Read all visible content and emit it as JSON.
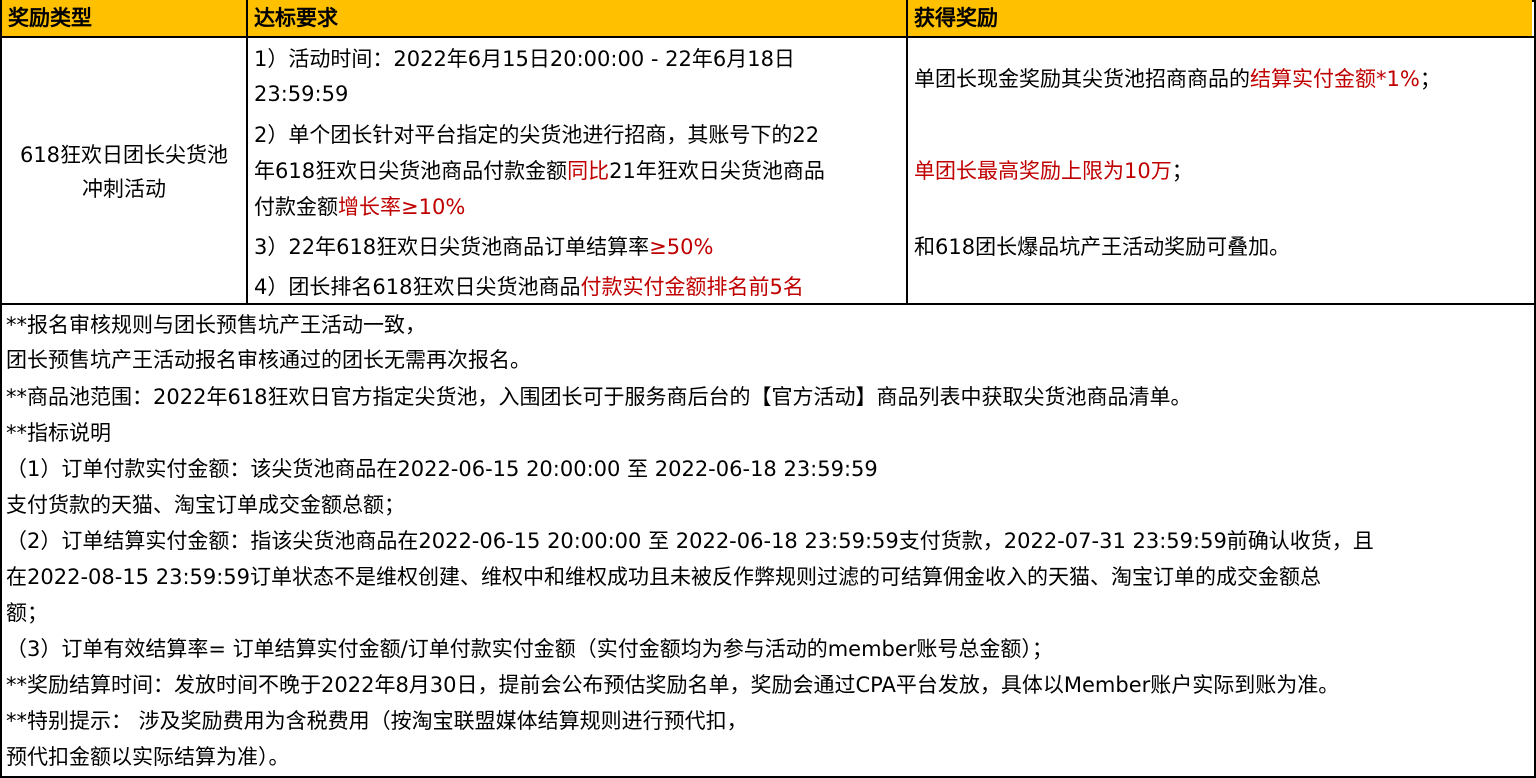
{
  "headers": {
    "col1": "奖励类型",
    "col2": "达标要求",
    "col3": "获得奖励"
  },
  "reward_type": {
    "line1": "618狂欢日团长尖货池",
    "line2": "冲刺活动"
  },
  "requirements": {
    "r1_line1": "1）活动时间：2022年6月15日20:00:00 - 22年6月18日",
    "r1_line2": "23:59:59",
    "r2_line1": "2）单个团长针对平台指定的尖货池进行招商，其账号下的22",
    "r2_line2_a": "年618狂欢日尖货池商品付款金额",
    "r2_line2_red": "同比",
    "r2_line2_b": "21年狂欢日尖货池商品",
    "r2_line3_a": "付款金额",
    "r2_line3_red": "增长率≥10%",
    "r3_a": "3）22年618狂欢日尖货池商品订单结算率",
    "r3_red": "≥50%",
    "r4_a": "4）团长排名618狂欢日尖货池商品",
    "r4_red": "付款实付金额排名前5名"
  },
  "rewards": {
    "w1_a": "单团长现金奖励其尖货池招商商品的",
    "w1_red": "结算实付金额*1%",
    "w1_b": "；",
    "w2_red": "单团长最高奖励上限为10万",
    "w2_b": "；",
    "w3": "和618团长爆品坑产王活动奖励可叠加。"
  },
  "notes": [
    "**报名审核规则与团长预售坑产王活动一致，",
    "团长预售坑产王活动报名审核通过的团长无需再次报名。",
    "**商品池范围：2022年618狂欢日官方指定尖货池，入围团长可于服务商后台的【官方活动】商品列表中获取尖货池商品清单。",
    "**指标说明",
    "（1）订单付款实付金额：该尖货池商品在2022-06-15 20:00:00 至 2022-06-18 23:59:59",
    "支付货款的天猫、淘宝订单成交金额总额；",
    "（2）订单结算实付金额：指该尖货池商品在2022-06-15 20:00:00 至 2022-06-18 23:59:59支付货款，2022-07-31 23:59:59前确认收货，且",
    "在2022-08-15 23:59:59订单状态不是维权创建、维权中和维权成功且未被反作弊规则过滤的可结算佣金收入的天猫、淘宝订单的成交金额总",
    "额；",
    "（3）订单有效结算率= 订单结算实付金额/订单付款实付金额（实付金额均为参与活动的member账号总金额）；",
    "**奖励结算时间：发放时间不晚于2022年8月30日，提前会公布预估奖励名单，奖励会通过CPA平台发放，具体以Member账户实际到账为准。",
    "**特别提示： 涉及奖励费用为含税费用（按淘宝联盟媒体结算规则进行预代扣，",
    "预代扣金额以实际结算为准）。"
  ],
  "colors": {
    "header_bg": "#FFC000",
    "highlight": "#C00000",
    "border": "#000000"
  }
}
